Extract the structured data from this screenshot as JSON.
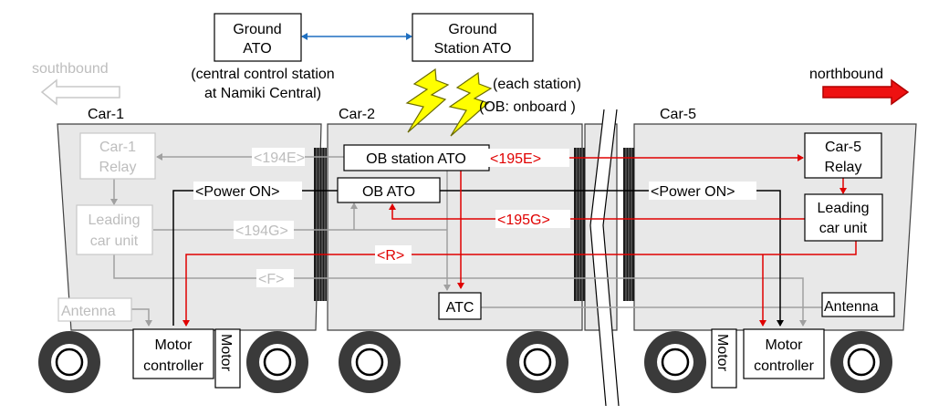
{
  "ground": {
    "ato": [
      "Ground",
      "ATO"
    ],
    "station_ato": [
      "Ground",
      "Station ATO"
    ],
    "central_note": [
      "(central control station",
      "at Namiki Central)"
    ],
    "each_station": "(each station)",
    "ob_note": "(OB: onboard )"
  },
  "directions": {
    "south": "southbound",
    "north": "northbound"
  },
  "cars": {
    "car1": "Car-1",
    "car2": "Car-2",
    "car5": "Car-5"
  },
  "car1": {
    "relay": [
      "Car-1",
      "Relay"
    ],
    "leading": [
      "Leading",
      "car unit"
    ],
    "antenna": "Antenna"
  },
  "car2": {
    "ob_station_ato": "OB station ATO",
    "ob_ato": "OB ATO",
    "atc": "ATC"
  },
  "car5": {
    "relay": [
      "Car-5",
      "Relay"
    ],
    "leading": [
      "Leading",
      "car unit"
    ],
    "antenna": "Antenna"
  },
  "motor": {
    "controller": [
      "Motor",
      "controller"
    ],
    "motor": "Motor"
  },
  "signals": {
    "s194e": "<194E>",
    "s195e": "<195E>",
    "power_on": "<Power ON>",
    "s194g": "<194G>",
    "s195g": "<195G>",
    "r": "<R>",
    "f": "<F>"
  },
  "colors": {
    "red": "#e00000",
    "grey": "#bdbdbd",
    "blue": "#1f6fc0"
  }
}
